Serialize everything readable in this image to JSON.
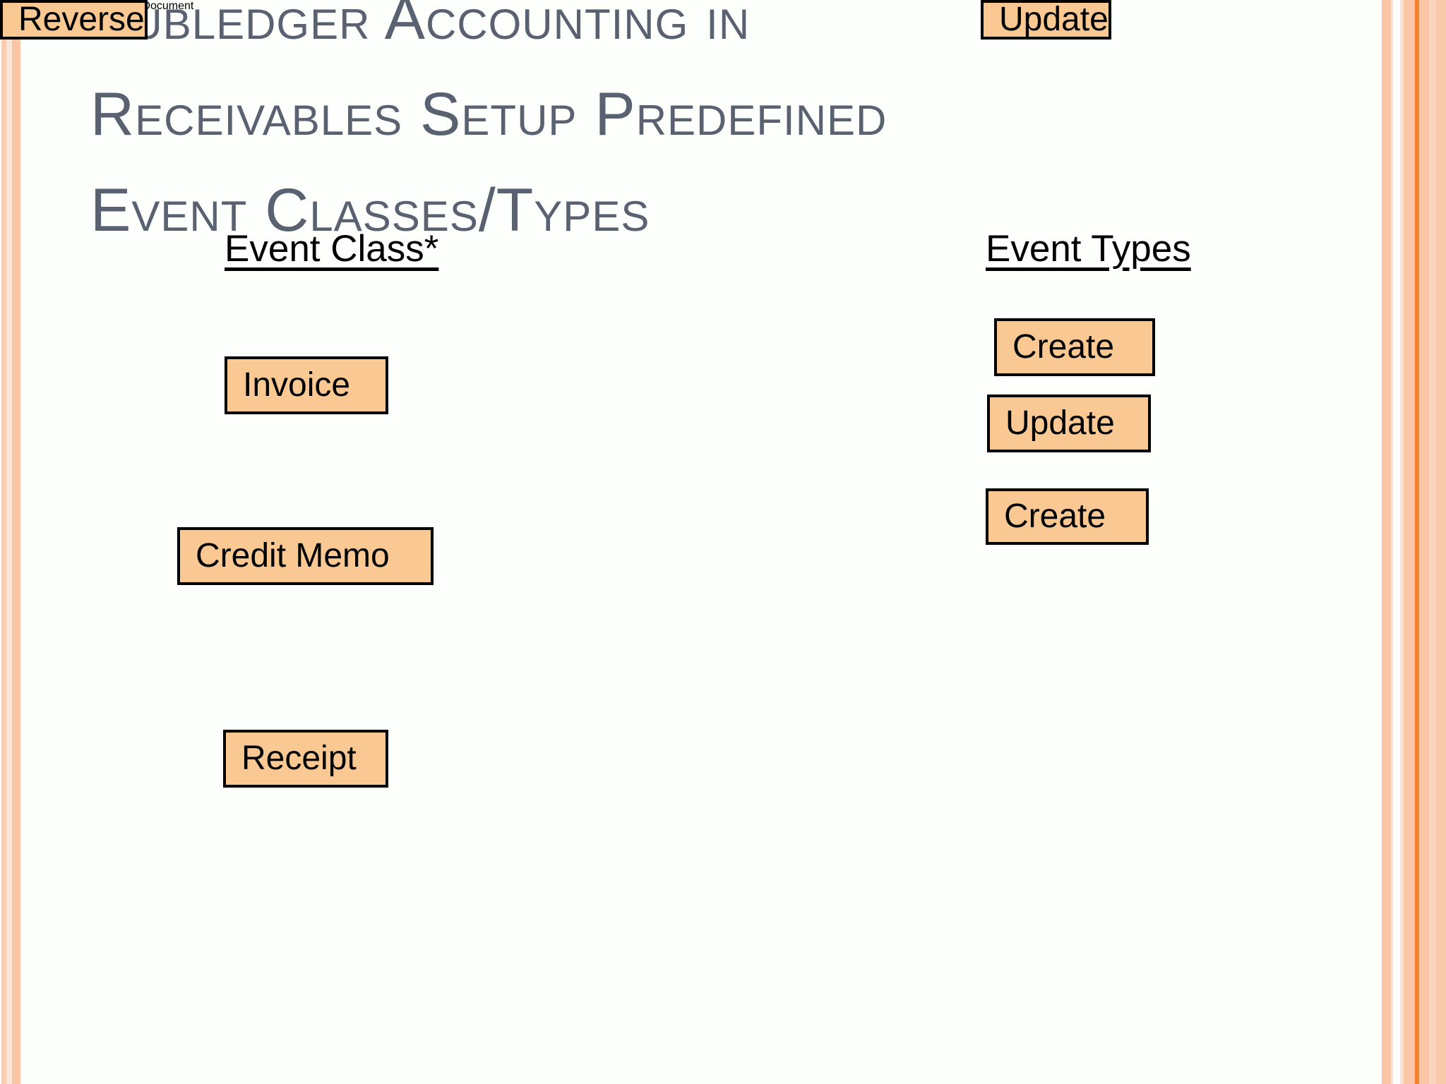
{
  "slide": {
    "title": "Subledger Accounting in\nReceivables Setup Predefined\nEvent Classes/Types",
    "background_color": "#fdfffc",
    "title_color": "#5a6170",
    "node_fill_color": "#fac893",
    "node_border_color": "#000000",
    "accent_color": "#f58634",
    "stripe_color": "#fac4a5"
  },
  "headers": {
    "event_class": "Event Class*",
    "event_types": "Event Types"
  },
  "diagram": {
    "type": "tree",
    "groups": [
      {
        "class_label": "Invoice",
        "types": [
          "Create",
          "Update"
        ]
      },
      {
        "class_label": "Credit Memo",
        "types": [
          "Create",
          "Update"
        ]
      },
      {
        "class_label": "Receipt",
        "types": [
          "Create",
          "Update",
          "Reverse"
        ]
      }
    ]
  },
  "footnote": "*Event Class = Receivables Document"
}
